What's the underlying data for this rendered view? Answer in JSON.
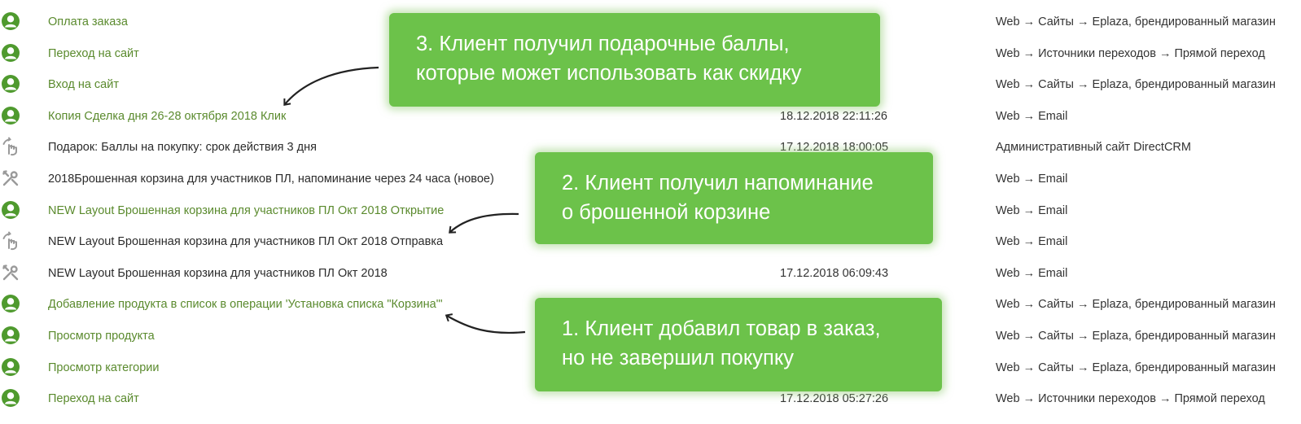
{
  "rows": [
    {
      "icon": "user-icon",
      "green": true,
      "name": "Оплата заказа",
      "time": "",
      "channel": "Web → Сайты → Eplaza, брендированный магазин"
    },
    {
      "icon": "user-icon",
      "green": true,
      "name": "Переход на сайт",
      "time": "",
      "channel": "Web → Источники переходов → Прямой переход"
    },
    {
      "icon": "user-icon",
      "green": true,
      "name": "Вход на сайт",
      "time": "",
      "channel": "Web → Сайты → Eplaza, брендированный магазин"
    },
    {
      "icon": "user-icon",
      "green": true,
      "name": "Копия Сделка дня 26-28 октября 2018 Клик",
      "time": "18.12.2018 22:11:26",
      "channel": "Web → Email"
    },
    {
      "icon": "hand-pointer-icon",
      "green": false,
      "name": "Подарок: Баллы на покупку: срок действия 3 дня",
      "time": "17.12.2018 18:00:05",
      "channel": "Административный сайт DirectCRM"
    },
    {
      "icon": "tools-icon",
      "green": false,
      "name": "2018Брошенная корзина для участников ПЛ, напоминание через 24 часа (новое)",
      "time": "",
      "channel": "Web → Email"
    },
    {
      "icon": "user-icon",
      "green": true,
      "name": "NEW Layout Брошенная корзина для участников ПЛ Окт 2018 Открытие",
      "time": "",
      "channel": "Web → Email"
    },
    {
      "icon": "hand-pointer-icon",
      "green": false,
      "name": "NEW Layout Брошенная корзина для участников ПЛ Окт 2018 Отправка",
      "time": "",
      "channel": "Web → Email"
    },
    {
      "icon": "tools-icon",
      "green": false,
      "name": "NEW Layout Брошенная корзина для участников ПЛ Окт 2018",
      "time": "17.12.2018 06:09:43",
      "channel": "Web → Email"
    },
    {
      "icon": "user-icon",
      "green": true,
      "name": "Добавление продукта в список в операции 'Установка списка \"Корзина\"'",
      "time": "",
      "channel": "Web → Сайты → Eplaza, брендированный магазин"
    },
    {
      "icon": "user-icon",
      "green": true,
      "name": "Просмотр продукта",
      "time": "",
      "channel": "Web → Сайты → Eplaza, брендированный магазин"
    },
    {
      "icon": "user-icon",
      "green": true,
      "name": "Просмотр категории",
      "time": "",
      "channel": "Web → Сайты → Eplaza, брендированный магазин"
    },
    {
      "icon": "user-icon",
      "green": true,
      "name": "Переход на сайт",
      "time": "17.12.2018 05:27:26",
      "channel": "Web → Источники переходов → Прямой переход"
    }
  ],
  "callouts": {
    "c3": {
      "line1": "3. Клиент получил подарочные баллы,",
      "line2": "которые может использовать как скидку"
    },
    "c2": {
      "line1": "2. Клиент получил напоминание",
      "line2": "о брошенной корзине"
    },
    "c1": {
      "line1": "1. Клиент добавил товар в заказ,",
      "line2": "но не завершил покупку"
    }
  },
  "colors": {
    "accent_green": "#6cc24a",
    "event_link_green": "#5a8a2d",
    "user_icon_green": "#4f9a2e",
    "system_icon_gray": "#9a9a9a"
  }
}
